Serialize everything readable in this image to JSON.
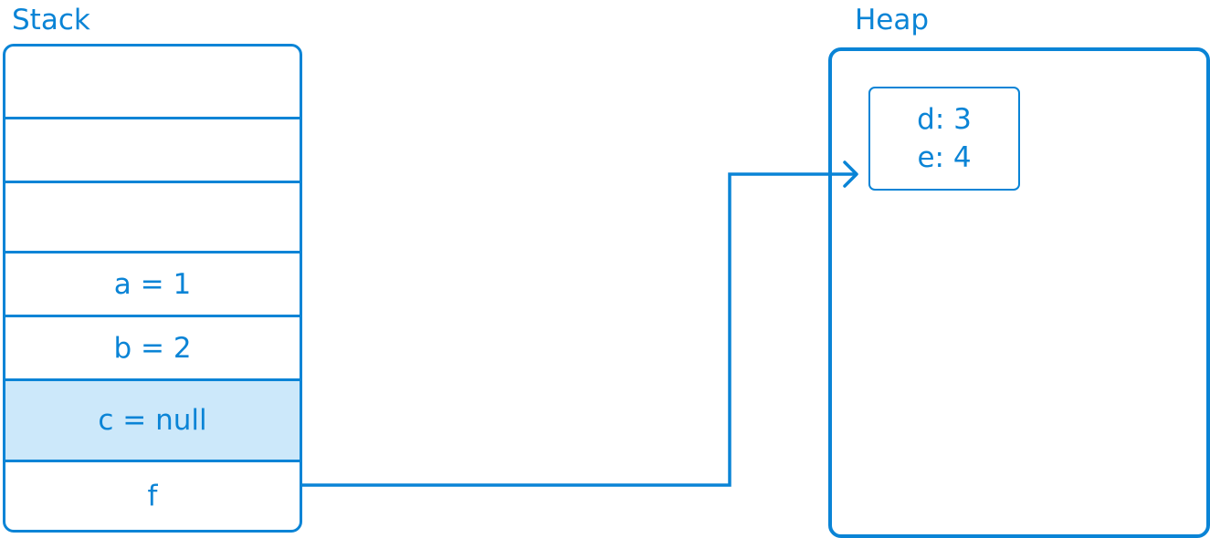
{
  "stack": {
    "title": "Stack",
    "cells": [
      {
        "label": ""
      },
      {
        "label": ""
      },
      {
        "label": ""
      },
      {
        "label": "a = 1"
      },
      {
        "label": "b = 2"
      },
      {
        "label": "c = null"
      },
      {
        "label": "f"
      }
    ]
  },
  "heap": {
    "title": "Heap",
    "object": {
      "lines": [
        "d: 3",
        "e: 4"
      ]
    }
  },
  "colors": {
    "stroke": "#0a84d6",
    "highlight": "#cce8fa"
  }
}
